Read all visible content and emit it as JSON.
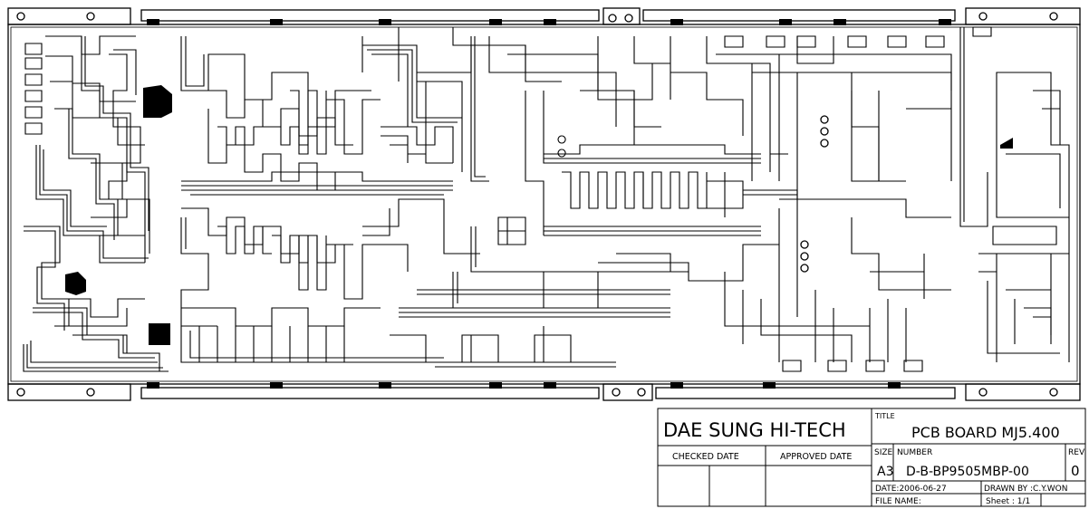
{
  "title_block": {
    "company": "DAE SUNG HI-TECH",
    "title_label": "TITLE",
    "title": "PCB BOARD MJ5.400",
    "checked_label": "CHECKED DATE",
    "approved_label": "APPROVED DATE",
    "size_label": "SIZE",
    "size_value": "A3",
    "number_label": "NUMBER",
    "number_value": "D-B-BP9505MBP-00",
    "rev_label": "REV",
    "rev_value": "0",
    "date": "DATE:2006-06-27",
    "drawn_by": "DRAWN BY :C.Y.WON",
    "file_name": "FILE NAME:",
    "sheet": "Sheet : 1/1"
  },
  "colors": {
    "line": "#000000",
    "background": "#ffffff"
  }
}
